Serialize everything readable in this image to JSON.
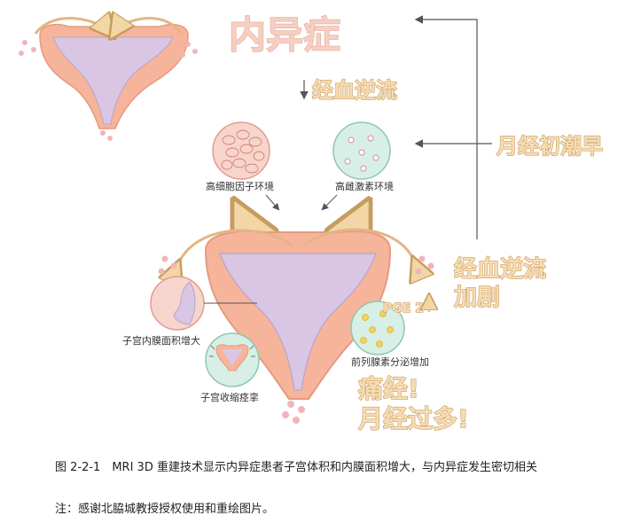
{
  "title": "内异症",
  "labels": {
    "retrograde": "经血逆流",
    "early_menarche": "月经初潮早",
    "high_cytokine": "高细胞因子环境",
    "high_estrogen": "高雌激素环境",
    "retrograde_worse_1": "经血逆流",
    "retrograde_worse_2": "加剧",
    "endometrium_area": "子宫内膜面积增大",
    "uterine_contraction": "子宫收缩痉挛",
    "pge2": "PGE 2",
    "prostaglandin": "前列腺素分泌增加",
    "dysmenorrhea": "痛经!",
    "menorrhagia": "月经过多!"
  },
  "caption": "图 2-2-1　MRI 3D 重建技术显示内异症患者子宫体积和内膜面积增大，与内异症发生密切相关",
  "note": "注：感谢北脇城教授授权使用和重绘图片。",
  "colors": {
    "uterus_outer": "#f6b49b",
    "uterus_inner": "#d9c6e4",
    "cell_bg": "#f6d5cc",
    "hormone_bg": "#d8efe6",
    "title_text": "#f5cfc2",
    "label_text": "#f7dcb0",
    "blood_drop": "#f2b4b8"
  }
}
